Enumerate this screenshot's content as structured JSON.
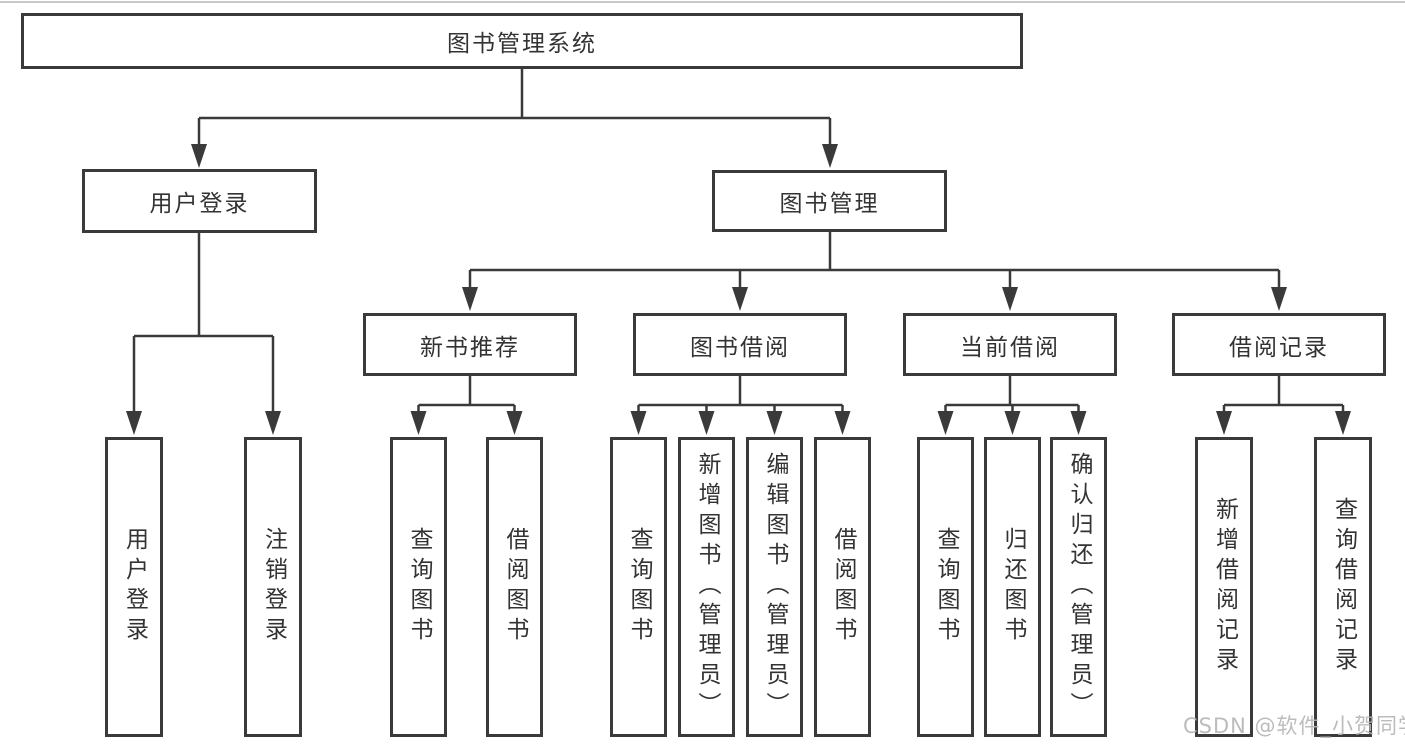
{
  "watermark": "CSDN @软件_小贺同学",
  "colors": {
    "line": "#3a3a3a",
    "text": "#333333",
    "watermark": "#b7b7b7"
  },
  "tree": {
    "root": "图书管理系统",
    "branches": [
      {
        "label": "用户登录",
        "children": [
          {
            "label": "用户登录"
          },
          {
            "label": "注销登录"
          }
        ]
      },
      {
        "label": "图书管理",
        "children": [
          {
            "label": "新书推荐",
            "children": [
              {
                "label": "查询图书"
              },
              {
                "label": "借阅图书"
              }
            ]
          },
          {
            "label": "图书借阅",
            "children": [
              {
                "label": "查询图书"
              },
              {
                "label": "新增图书（管理员）"
              },
              {
                "label": "编辑图书（管理员）"
              },
              {
                "label": "借阅图书"
              }
            ]
          },
          {
            "label": "当前借阅",
            "children": [
              {
                "label": "查询图书"
              },
              {
                "label": "归还图书"
              },
              {
                "label": "确认归还（管理员）"
              }
            ]
          },
          {
            "label": "借阅记录",
            "children": [
              {
                "label": "新增借阅记录"
              },
              {
                "label": "查询借阅记录"
              }
            ]
          }
        ]
      }
    ]
  }
}
